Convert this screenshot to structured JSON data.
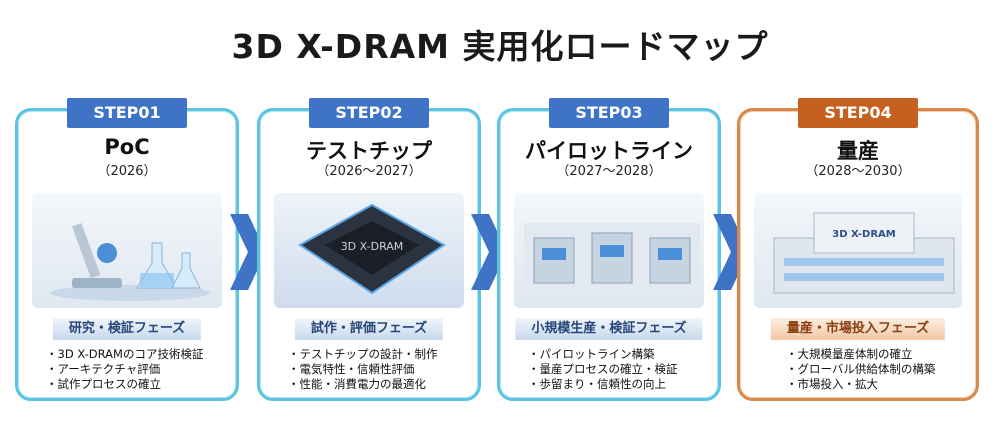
{
  "title": "3D X-DRAM 実用化ロードマップ",
  "steps": [
    {
      "badge": "STEP01",
      "name": "PoC",
      "years": "（2026）",
      "phase": "研究・検証フェーズ",
      "bullets": [
        "・3D X-DRAMのコア技術検証",
        "・アーキテクチャ評価",
        "・試作プロセスの確立"
      ]
    },
    {
      "badge": "STEP02",
      "name": "テストチップ",
      "years": "（2026～2027）",
      "phase": "試作・評価フェーズ",
      "image_label": "3D X-DRAM",
      "bullets": [
        "・テストチップの設計・制作",
        "・電気特性・信頼性評価",
        "・性能・消費電力の最適化"
      ]
    },
    {
      "badge": "STEP03",
      "name": "パイロットライン",
      "years": "（2027～2028）",
      "phase": "小規模生産・検証フェーズ",
      "bullets": [
        "・パイロットライン構築",
        "・量産プロセスの確立・検証",
        "・歩留まり・信頼性の向上"
      ]
    },
    {
      "badge": "STEP04",
      "name": "量産",
      "years": "（2028～2030）",
      "phase": "量産・市場投入フェーズ",
      "image_label": "3D X-DRAM",
      "bullets": [
        "・大規模量産体制の確立",
        "・グローバル供給体制の構築",
        "・市場投入・拡大"
      ]
    }
  ],
  "colors": {
    "blue": "#3f73c6",
    "cyan_border": "#5cc3e2",
    "orange": "#c6601f",
    "orange_border": "#d9874a"
  }
}
